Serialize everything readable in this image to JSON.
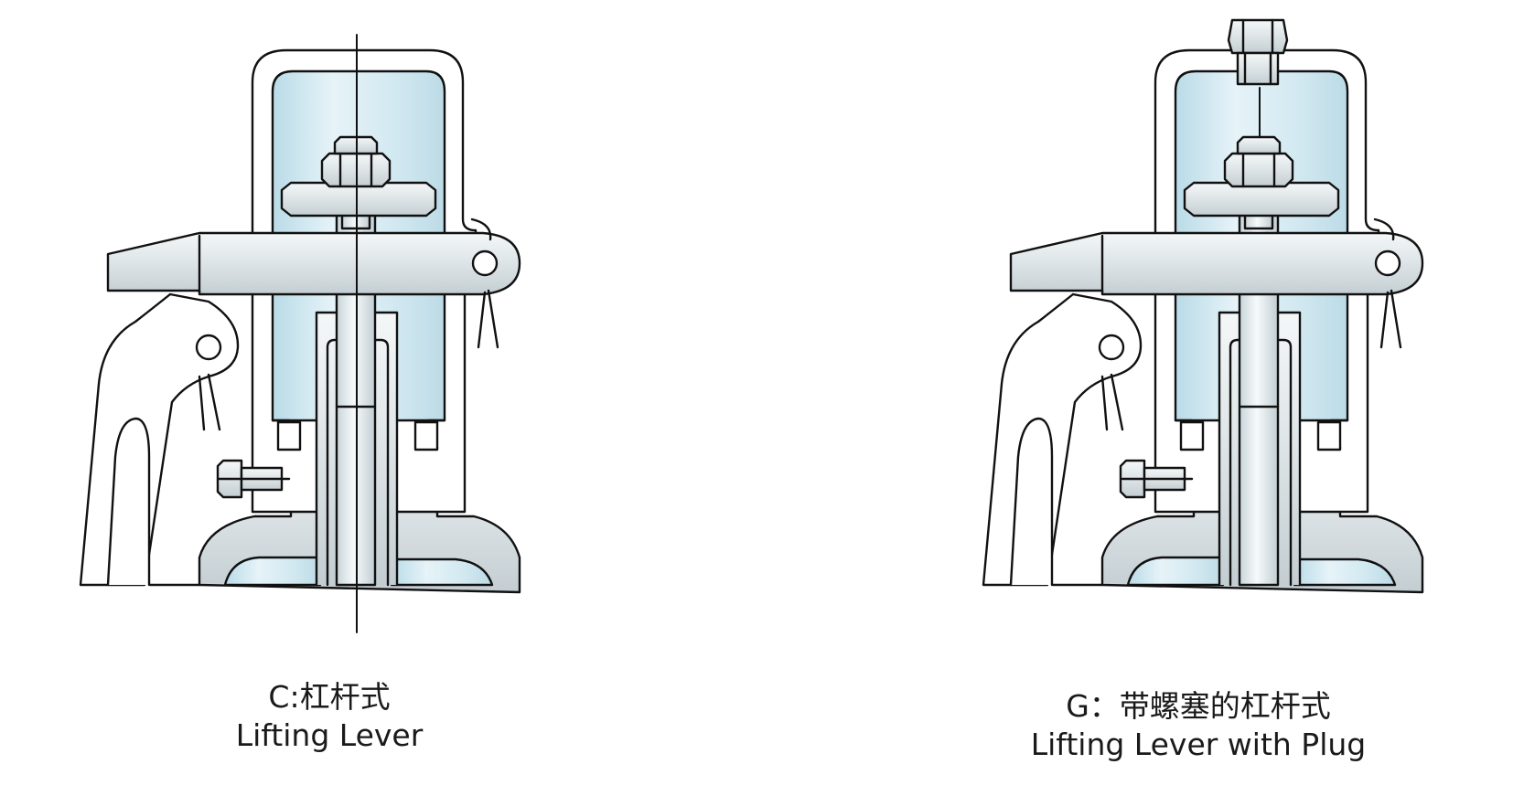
{
  "figures": [
    {
      "id": "C",
      "caption_cn": "C:杠杆式",
      "caption_en": "Lifting Lever",
      "has_plug": false
    },
    {
      "id": "G",
      "caption_cn": "G：带螺塞的杠杆式",
      "caption_en": "Lifting Lever with Plug",
      "has_plug": true
    }
  ],
  "colors": {
    "outline": "#111111",
    "body_fill": "#ffffff",
    "chamber_blue": "#d6ebf3",
    "metal_light": "#eef3f5",
    "metal_shade": "#b9c4c8"
  }
}
